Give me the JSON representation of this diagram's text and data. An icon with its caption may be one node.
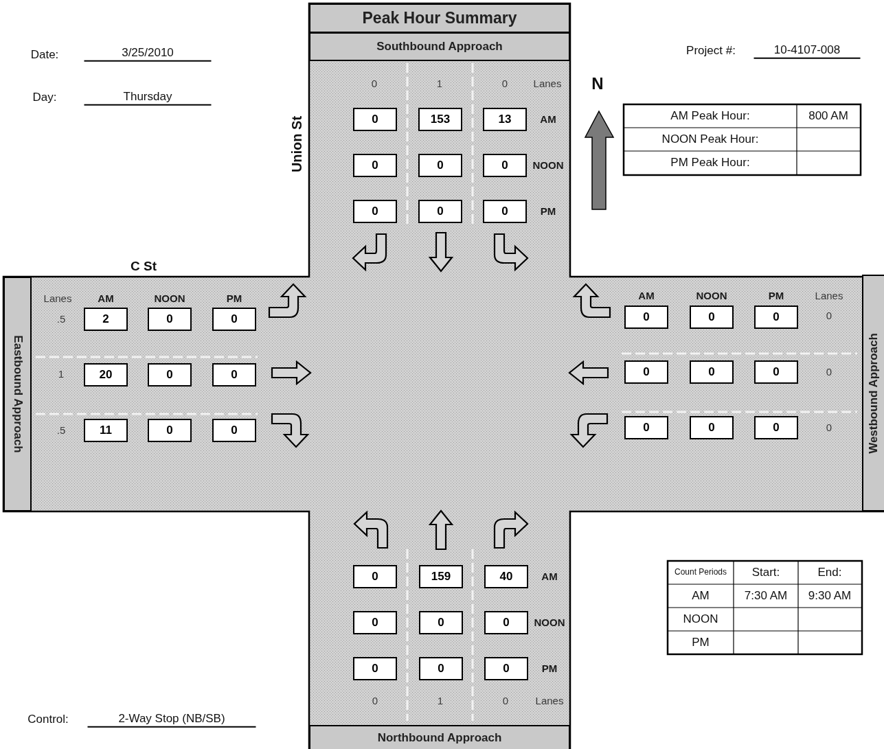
{
  "diagram": {
    "nodes": [
      {
        "text": [
          "Peak Hour Summary"
        ]
      },
      {
        "text": [
          "Southbound Approach"
        ]
      },
      {
        "text": [
          "0"
        ]
      },
      {
        "text": [
          "153"
        ]
      },
      {
        "text": [
          "13"
        ]
      },
      {
        "text": [
          "0"
        ]
      },
      {
        "text": [
          "0"
        ]
      },
      {
        "text": [
          "0"
        ]
      },
      {
        "text": [
          "0"
        ]
      },
      {
        "text": [
          "0"
        ]
      },
      {
        "text": [
          "0"
        ]
      },
      {
        "text": [
          "Eastbound Approach"
        ]
      },
      {
        "text": [
          "2"
        ]
      },
      {
        "text": [
          "0"
        ]
      },
      {
        "text": [
          "0"
        ]
      },
      {
        "text": [
          "20"
        ]
      },
      {
        "text": [
          "0"
        ]
      },
      {
        "text": [
          "0"
        ]
      },
      {
        "text": [
          "11"
        ]
      },
      {
        "text": [
          "0"
        ]
      },
      {
        "text": [
          "0"
        ]
      },
      {
        "text": [
          "0"
        ]
      },
      {
        "text": [
          "0"
        ]
      },
      {
        "text": [
          "0"
        ]
      },
      {
        "text": [
          "0"
        ]
      },
      {
        "text": [
          "0"
        ]
      },
      {
        "text": [
          "0"
        ]
      },
      {
        "text": [
          "0"
        ]
      },
      {
        "text": [
          "0"
        ]
      },
      {
        "text": [
          "0"
        ]
      },
      {
        "text": [
          "Westbound Approach"
        ]
      },
      {
        "text": [
          "0"
        ]
      },
      {
        "text": [
          "159"
        ]
      },
      {
        "text": [
          "40"
        ]
      },
      {
        "text": [
          "0"
        ]
      },
      {
        "text": [
          "0"
        ]
      },
      {
        "text": [
          "0"
        ]
      },
      {
        "text": [
          "0"
        ]
      },
      {
        "text": [
          "0"
        ]
      },
      {
        "text": [
          "0"
        ]
      },
      {
        "text": [
          "Northbound Approach"
        ]
      }
    ],
    "labels": [
      "Date:",
      "3/25/2010",
      "Project #:",
      "10-4107-008",
      "0",
      "1",
      "0",
      "Lanes",
      "N",
      "Day:",
      "Thursday",
      "Union St",
      "AM",
      "NOON",
      "PM",
      "AM Peak Hour:",
      "800 AM",
      "NOON Peak Hour:",
      "PM Peak Hour:",
      "C St",
      "Lanes",
      "AM",
      "NOON",
      "PM",
      "AM",
      "NOON",
      "PM",
      "Lanes",
      ".5",
      "0",
      "1",
      "0",
      ".5",
      "0",
      "AM",
      "Count Periods",
      "Start:",
      "End:",
      "AM",
      "7:30 AM",
      "9:30 AM",
      "NOON",
      "PM",
      "NOON",
      "PM",
      "0",
      "1",
      "0",
      "Lanes",
      "Control:",
      "2-Way Stop (NB/SB)"
    ]
  }
}
